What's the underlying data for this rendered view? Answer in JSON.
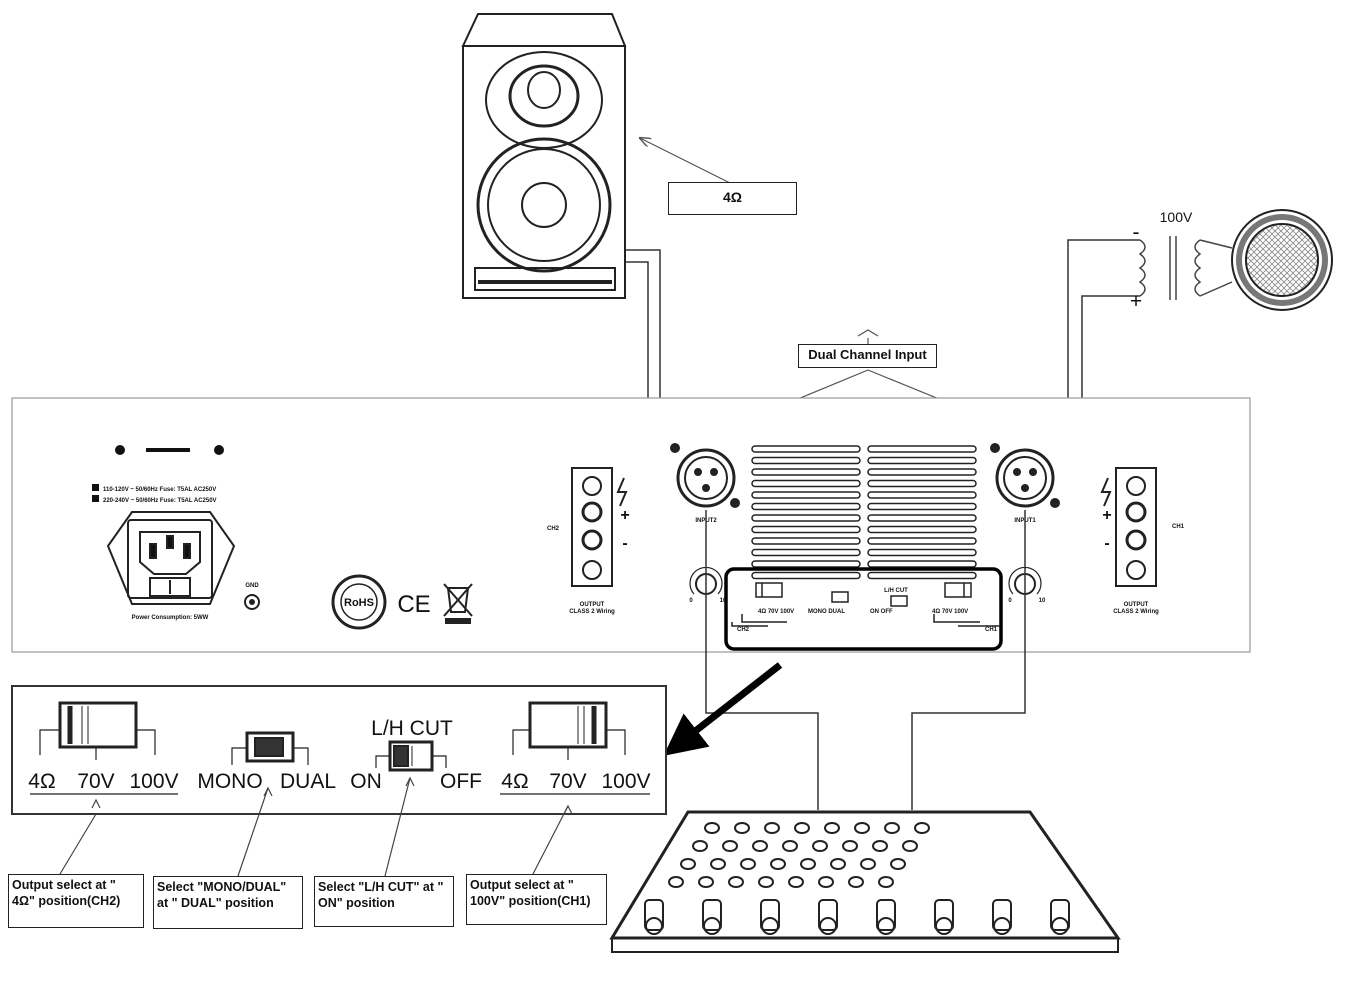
{
  "labels": {
    "impedance_4ohm": "4Ω",
    "line_100v": "100V",
    "dual_channel_input": "Dual Channel Input",
    "minus": "-",
    "plus": "+",
    "input2": "INPUT2",
    "input1": "INPUT1",
    "ch2": "CH2",
    "ch1": "CH1",
    "output_class2_left": "OUTPUT\nCLASS 2 Wiring",
    "output_class2_right": "OUTPUT\nCLASS 2 Wiring",
    "voltage_line1": "110-120V ~ 50/60Hz Fuse: T5AL AC250V",
    "voltage_line2": "220-240V ~ 50/60Hz Fuse: T5AL AC250V",
    "power_consumption": "Power Consumption: 5WW",
    "gnd": "GND",
    "rohs": "RoHS",
    "ce": "CE",
    "knob_min": "0",
    "knob_max": "10"
  },
  "panel_switches": {
    "opt_4ohm": "4Ω",
    "opt_70v": "70V",
    "opt_100v": "100V",
    "mono": "MONO",
    "dual": "DUAL",
    "lh_cut": "L/H CUT",
    "on": "ON",
    "off": "OFF"
  },
  "notes": {
    "ch2_output": "Output select at \" 4Ω\" position(CH2)",
    "mono_dual": "Select \"MONO/DUAL\" at \" DUAL\" position",
    "lh_cut": "Select \"L/H CUT\" at \" ON\" position",
    "ch1_output": "Output select at \" 100V\" position(CH1)"
  }
}
